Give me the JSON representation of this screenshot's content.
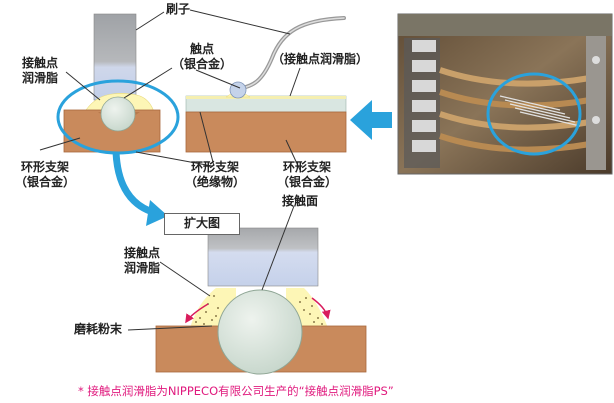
{
  "labels": {
    "brush": "刷子",
    "contact_lube_left": [
      "接触点",
      "润滑脂"
    ],
    "contact_point": [
      "触点",
      "（银合金）"
    ],
    "contact_lube_right": "（接触点润滑脂）",
    "ring_silver_left": [
      "环形支架",
      "（银合金）"
    ],
    "ring_insulator": [
      "环形支架",
      "（绝缘物）"
    ],
    "ring_silver_right": [
      "环形支架",
      "（银合金）"
    ],
    "magnified_view": "扩大图",
    "contact_surface": "接触面",
    "contact_lube_mag": [
      "接触点",
      "润滑脂"
    ],
    "wear_powder": "磨耗粉末"
  },
  "footnote": "* 接触点润滑脂为NIPPECO有限公司生产的“接触点润滑脂PS”",
  "colors": {
    "substrate": "#c98a5c",
    "substrate_dark": "#a8683c",
    "insulator": "#d9e6e1",
    "lube": "#fdf6b6",
    "contact": "#d5e2d9",
    "brush_top": "#a6a8ab",
    "brush_bottom": "#c6d2ea",
    "highlight_blue": "#2aa2dc",
    "wear_arrow": "#d91c5c",
    "footnote": "#e0197d"
  }
}
